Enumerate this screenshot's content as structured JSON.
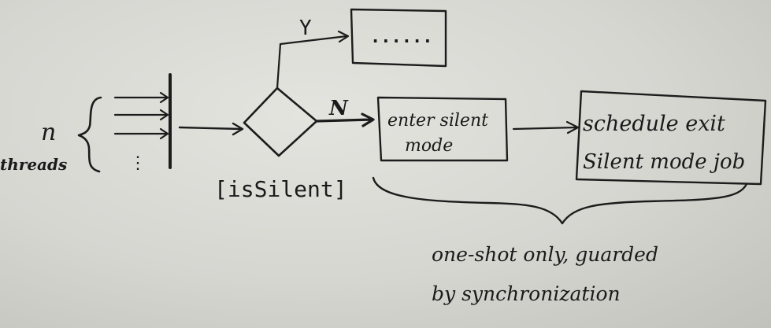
{
  "diagram": {
    "n_label": "n",
    "threads_label": "threads",
    "ellipsis_vertical": "⋮",
    "decision_label": "[isSilent]",
    "yes_label": "Y",
    "no_label": "N",
    "yes_box_text": "......",
    "enter_box_line1": "enter silent",
    "enter_box_line2": "mode",
    "schedule_box_line1": "schedule exit",
    "schedule_box_line2": "Silent mode job",
    "note_line1": "one-shot only, guarded",
    "note_line2": "by synchronization"
  }
}
